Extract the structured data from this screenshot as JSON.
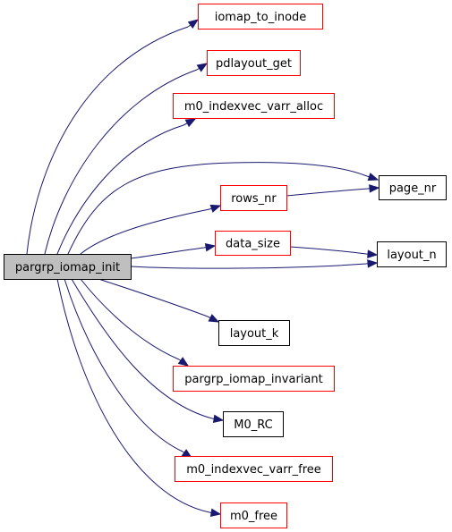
{
  "graph": {
    "root": {
      "label": "pargrp_iomap_init",
      "fill": "#bfbfbf",
      "border": "#000000"
    },
    "nodes": [
      {
        "id": "iomap_to_inode",
        "label": "iomap_to_inode",
        "border": "#ff0000"
      },
      {
        "id": "pdlayout_get",
        "label": "pdlayout_get",
        "border": "#ff0000"
      },
      {
        "id": "m0_indexvec_varr_alloc",
        "label": "m0_indexvec_varr_alloc",
        "border": "#ff0000"
      },
      {
        "id": "rows_nr",
        "label": "rows_nr",
        "border": "#ff0000"
      },
      {
        "id": "page_nr",
        "label": "page_nr",
        "border": "#000000"
      },
      {
        "id": "data_size",
        "label": "data_size",
        "border": "#ff0000"
      },
      {
        "id": "layout_n",
        "label": "layout_n",
        "border": "#000000"
      },
      {
        "id": "layout_k",
        "label": "layout_k",
        "border": "#000000"
      },
      {
        "id": "pargrp_iomap_invariant",
        "label": "pargrp_iomap_invariant",
        "border": "#ff0000"
      },
      {
        "id": "M0_RC",
        "label": "M0_RC",
        "border": "#000000"
      },
      {
        "id": "m0_indexvec_varr_free",
        "label": "m0_indexvec_varr_free",
        "border": "#ff0000"
      },
      {
        "id": "m0_free",
        "label": "m0_free",
        "border": "#ff0000"
      }
    ],
    "edges": [
      {
        "from": "pargrp_iomap_init",
        "to": "iomap_to_inode"
      },
      {
        "from": "pargrp_iomap_init",
        "to": "pdlayout_get"
      },
      {
        "from": "pargrp_iomap_init",
        "to": "m0_indexvec_varr_alloc"
      },
      {
        "from": "pargrp_iomap_init",
        "to": "page_nr"
      },
      {
        "from": "pargrp_iomap_init",
        "to": "rows_nr"
      },
      {
        "from": "rows_nr",
        "to": "page_nr"
      },
      {
        "from": "pargrp_iomap_init",
        "to": "data_size"
      },
      {
        "from": "data_size",
        "to": "layout_n"
      },
      {
        "from": "pargrp_iomap_init",
        "to": "layout_n"
      },
      {
        "from": "pargrp_iomap_init",
        "to": "layout_k"
      },
      {
        "from": "pargrp_iomap_init",
        "to": "pargrp_iomap_invariant"
      },
      {
        "from": "pargrp_iomap_init",
        "to": "M0_RC"
      },
      {
        "from": "pargrp_iomap_init",
        "to": "m0_indexvec_varr_free"
      },
      {
        "from": "pargrp_iomap_init",
        "to": "m0_free"
      }
    ],
    "colors": {
      "edge": "#191970",
      "linked_border": "#ff0000",
      "plain_border": "#000000",
      "root_fill": "#bfbfbf"
    }
  }
}
